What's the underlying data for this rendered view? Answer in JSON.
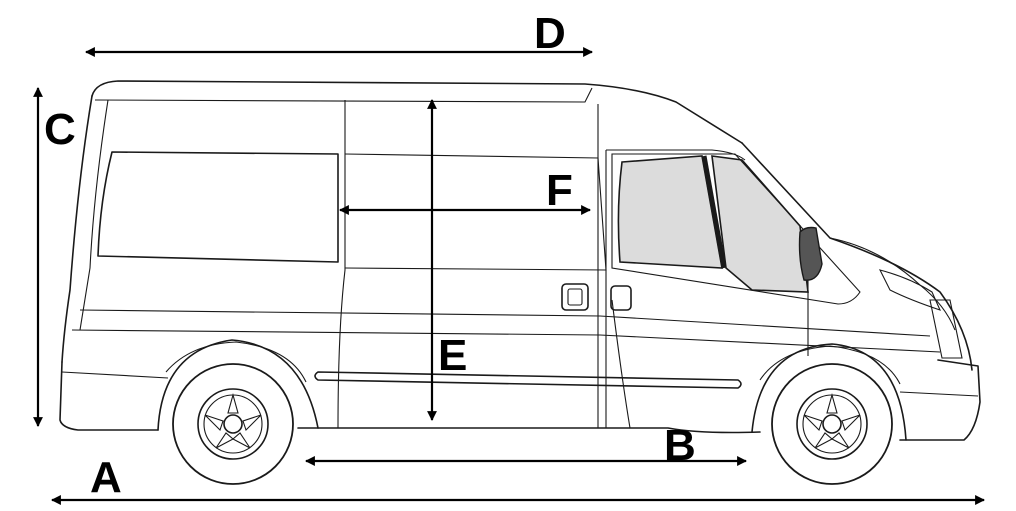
{
  "labels": {
    "a": "A",
    "b": "B",
    "c": "C",
    "d": "D",
    "e": "E",
    "f": "F"
  },
  "colors": {
    "line": "#1a1a1a",
    "glass": "#dcdcdc",
    "background": "#ffffff"
  }
}
